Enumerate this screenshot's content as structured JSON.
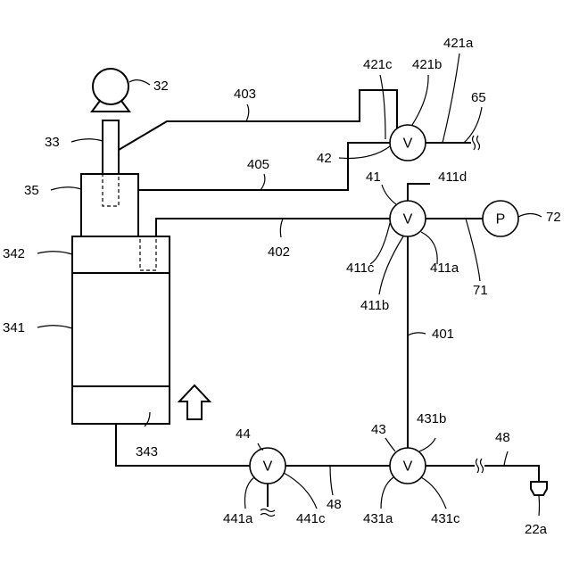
{
  "labels": {
    "l32": "32",
    "l33": "33",
    "l35": "35",
    "l342": "342",
    "l341": "341",
    "l343": "343",
    "l403": "403",
    "l405": "405",
    "l402": "402",
    "l401": "401",
    "l421c": "421c",
    "l421b": "421b",
    "l421a": "421a",
    "l65": "65",
    "l42": "42",
    "l41": "41",
    "l411d": "411d",
    "l72": "72",
    "l411c": "411c",
    "l411a": "411a",
    "l71": "71",
    "l411b": "411b",
    "l44": "44",
    "l43": "43",
    "l431b": "431b",
    "l48a": "48",
    "l48b": "48",
    "l441a": "441a",
    "l441c": "441c",
    "l431a": "431a",
    "l431c": "431c",
    "l22a": "22a"
  },
  "symbols": {
    "valve": "V",
    "pump": "P"
  },
  "icons": {
    "arrow": "up-arrow-icon",
    "motor": "motor-icon",
    "nozzle": "nozzle-icon"
  }
}
